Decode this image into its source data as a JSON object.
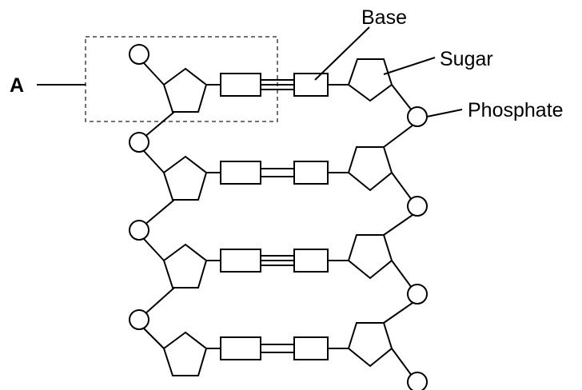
{
  "labels": {
    "base": "Base",
    "sugar": "Sugar",
    "phosphate": "Phosphate",
    "region": "A"
  },
  "strands": {
    "rows": [
      {
        "bond": "triple"
      },
      {
        "bond": "double"
      },
      {
        "bond": "triple"
      },
      {
        "bond": "double"
      }
    ]
  }
}
